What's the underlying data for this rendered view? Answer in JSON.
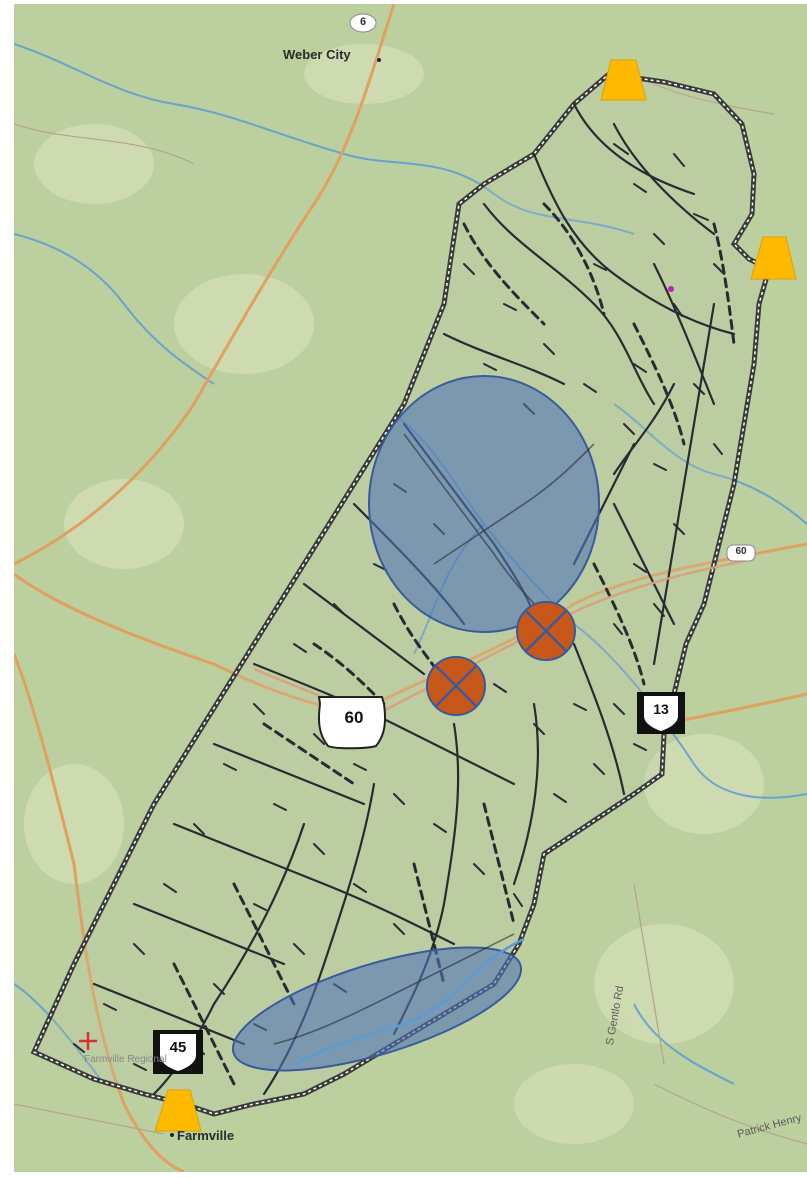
{
  "map": {
    "places": {
      "weber_city": "Weber City",
      "farmville": "Farmville",
      "airport": "Farmville Regional"
    },
    "roads": {
      "s_gentlo_rd": "S Gentlo Rd",
      "patrick_henry": "Patrick Henry",
      "route_6": "6",
      "route_60_small": "60"
    },
    "shields": {
      "us_60": "60",
      "state_13": "13",
      "state_45": "45"
    },
    "markers": {
      "study_area": "study-area-boundary",
      "high_risk_zones": [
        "north-blue-zone",
        "south-blue-zone"
      ],
      "crossings": [
        "crossing-east",
        "crossing-west"
      ],
      "entry_points": [
        "entry-north",
        "entry-east",
        "entry-south"
      ]
    },
    "colors": {
      "background": "#bccf9f",
      "blue_zone": "#4f74b8",
      "crossing": "#c8571a",
      "entry_point": "#ffba00",
      "roads_dark": "#2a2a33",
      "highway": "#e0a060",
      "river": "#5b9bd5"
    },
    "icons": {
      "crossing": "x-in-circle-icon",
      "entry": "trapezoid-icon",
      "airport": "plus-icon"
    }
  }
}
